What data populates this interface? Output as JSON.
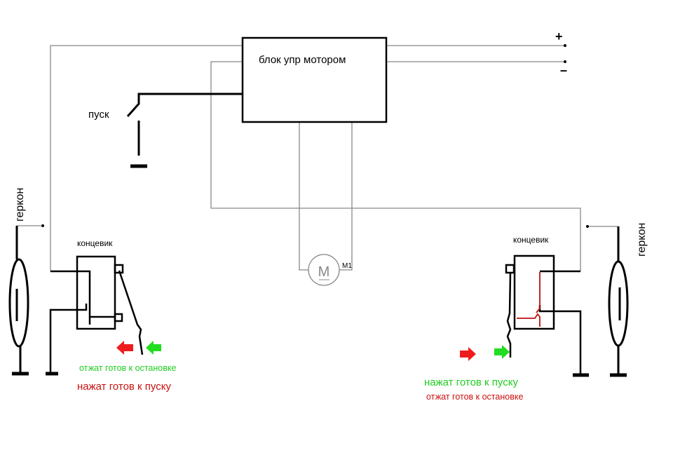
{
  "control_block": {
    "label": "блок упр мотором"
  },
  "power": {
    "plus": "+",
    "minus": "–"
  },
  "start_button": {
    "label": "пуск"
  },
  "motor": {
    "symbol": "M",
    "designator": "M1"
  },
  "left": {
    "reed_label": "геркон",
    "limit_switch_label": "концевик",
    "released_text": "отжат готов к остановке",
    "pressed_text": "нажат готов к пуску"
  },
  "right": {
    "reed_label": "геркон",
    "limit_switch_label": "концевик",
    "pressed_text": "нажат готов к пуску",
    "released_text": "отжат готов к остановке"
  },
  "colors": {
    "red": "#ee1c1c",
    "green": "#22dd22",
    "dark_red": "#cc1111",
    "wire": "#888888"
  }
}
